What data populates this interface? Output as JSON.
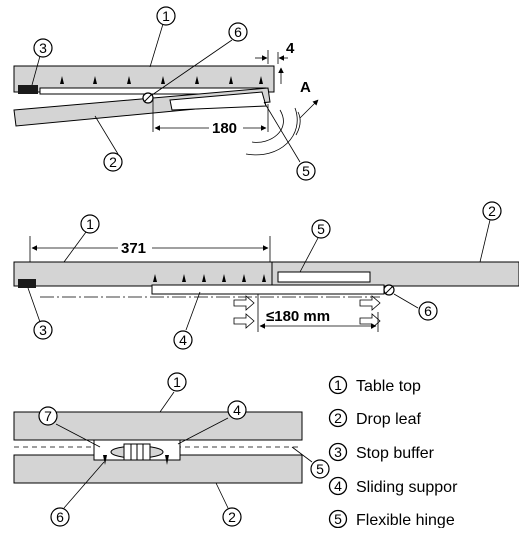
{
  "callouts": {
    "d1": [
      "1",
      "3",
      "6",
      "4",
      "A",
      "180",
      "2",
      "5"
    ],
    "d2": [
      "1",
      "371",
      "5",
      "2",
      "3",
      "4",
      "6",
      "≤180 mm"
    ],
    "d3": [
      "1",
      "7",
      "4",
      "5",
      "6",
      "2"
    ]
  },
  "legend": [
    {
      "num": "1",
      "label": "Table top"
    },
    {
      "num": "2",
      "label": "Drop leaf"
    },
    {
      "num": "3",
      "label": "Stop buffer"
    },
    {
      "num": "4",
      "label": "Sliding suppor"
    },
    {
      "num": "5",
      "label": "Flexible hinge"
    }
  ],
  "colors": {
    "panel": "#d4d4d4",
    "stroke": "#000000",
    "buffer": "#1a1a1a"
  }
}
